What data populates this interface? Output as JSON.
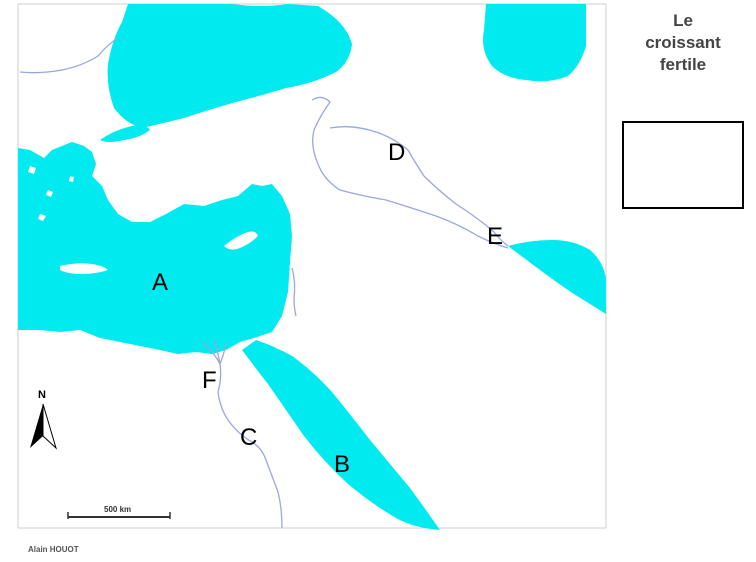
{
  "title": {
    "lines": [
      "Le",
      "croissant",
      "fertile"
    ]
  },
  "labels": {
    "A": "A",
    "B": "B",
    "C": "C",
    "D": "D",
    "E": "E",
    "F": "F"
  },
  "north_arrow": {
    "letter": "N"
  },
  "scale_bar": {
    "label": "500 km"
  },
  "credit": "Alain HOUOT",
  "colors": {
    "water": "#00eaf0",
    "river": "#9aa6e0",
    "frame": "#cccccc"
  },
  "icons": [
    "north-arrow-icon"
  ]
}
